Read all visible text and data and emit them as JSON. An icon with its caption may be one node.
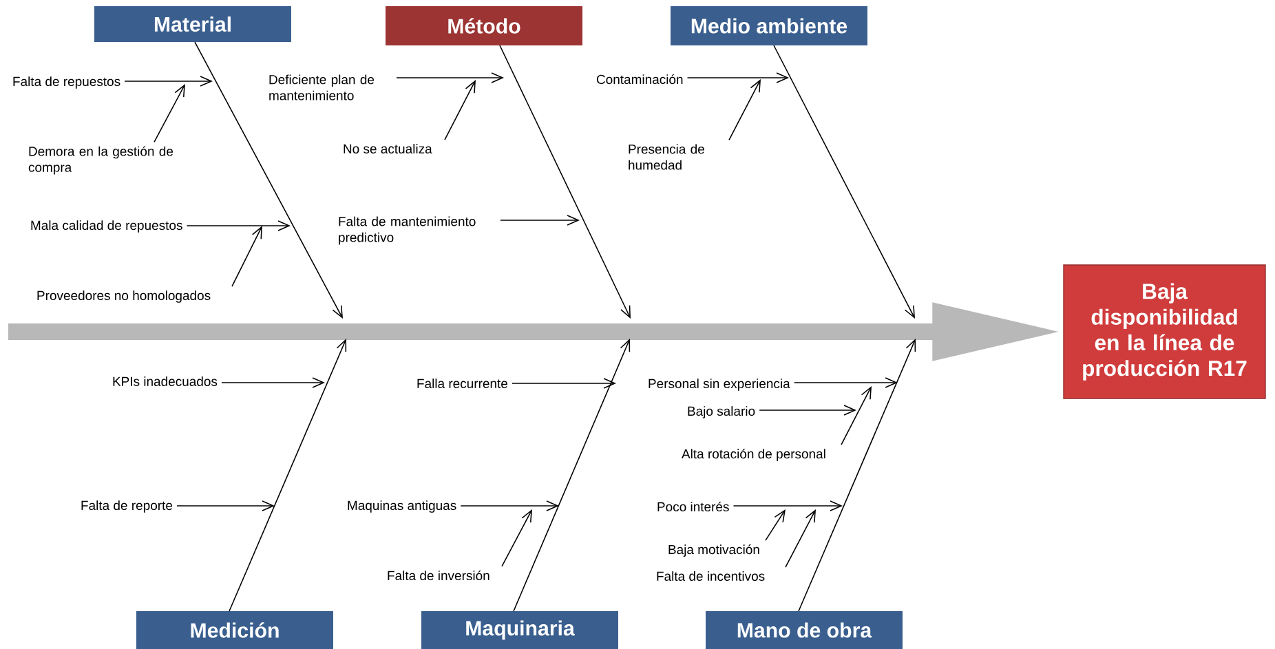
{
  "diagram": {
    "nodes": [
      {
        "text": [
          "Material"
        ]
      },
      {
        "text": [
          "Método"
        ]
      },
      {
        "text": [
          "Medio ambiente"
        ]
      },
      {
        "text": [
          "Medición"
        ]
      },
      {
        "text": [
          "Maquinaria"
        ]
      },
      {
        "text": [
          "Mano de obra"
        ]
      },
      {
        "text": [
          "Baja disponibilidad en la línea de producción R17"
        ]
      },
      {
        "text": [
          "Falta de repuestos"
        ]
      },
      {
        "text": [
          "Demora en la gestión de compra"
        ]
      },
      {
        "text": [
          "Mala calidad de repuestos"
        ]
      },
      {
        "text": [
          "Proveedores no homologados"
        ]
      },
      {
        "text": [
          "Deficiente plan de mantenimiento"
        ]
      },
      {
        "text": [
          "No se actualiza"
        ]
      },
      {
        "text": [
          "Falta de mantenimiento predictivo"
        ]
      },
      {
        "text": [
          "Contaminación"
        ]
      },
      {
        "text": [
          "Presencia de humedad"
        ]
      },
      {
        "text": [
          "KPIs inadecuados"
        ]
      },
      {
        "text": [
          "Falta de reporte"
        ]
      },
      {
        "text": [
          "Falla recurrente"
        ]
      },
      {
        "text": [
          "Maquinas antiguas"
        ]
      },
      {
        "text": [
          "Falta de inversión"
        ]
      },
      {
        "text": [
          "Personal sin experiencia"
        ]
      },
      {
        "text": [
          "Bajo salario"
        ]
      },
      {
        "text": [
          "Alta rotación de personal"
        ]
      },
      {
        "text": [
          "Poco interés"
        ]
      },
      {
        "text": [
          "Baja motivación"
        ]
      },
      {
        "text": [
          "Falta de incentivos"
        ]
      }
    ],
    "edges": [
      {
        "from": null,
        "to": 6,
        "arrow": "to",
        "style": "thick",
        "color": "#b8b8b8"
      },
      {
        "from": 0,
        "to": null,
        "arrow": "to"
      },
      {
        "from": 1,
        "to": null,
        "arrow": "to"
      },
      {
        "from": 2,
        "to": null,
        "arrow": "to"
      },
      {
        "from": 3,
        "to": null,
        "arrow": "to"
      },
      {
        "from": 4,
        "to": null,
        "arrow": "to"
      },
      {
        "from": 5,
        "to": null,
        "arrow": "to"
      },
      {
        "from": 7,
        "to": null,
        "arrow": "to"
      },
      {
        "from": 8,
        "to": null,
        "arrow": "to"
      },
      {
        "from": 9,
        "to": null,
        "arrow": "to"
      },
      {
        "from": 10,
        "to": null,
        "arrow": "to"
      },
      {
        "from": 11,
        "to": null,
        "arrow": "to"
      },
      {
        "from": 12,
        "to": null,
        "arrow": "to"
      },
      {
        "from": 13,
        "to": null,
        "arrow": "to"
      },
      {
        "from": 14,
        "to": null,
        "arrow": "to"
      },
      {
        "from": 15,
        "to": null,
        "arrow": "to"
      },
      {
        "from": 16,
        "to": null,
        "arrow": "to"
      },
      {
        "from": 17,
        "to": null,
        "arrow": "to"
      },
      {
        "from": 18,
        "to": null,
        "arrow": "to"
      },
      {
        "from": 19,
        "to": null,
        "arrow": "to"
      },
      {
        "from": 20,
        "to": null,
        "arrow": "to"
      },
      {
        "from": 21,
        "to": null,
        "arrow": "to"
      },
      {
        "from": 22,
        "to": null,
        "arrow": "to"
      },
      {
        "from": 23,
        "to": null,
        "arrow": "to"
      },
      {
        "from": 24,
        "to": null,
        "arrow": "to"
      },
      {
        "from": 25,
        "to": null,
        "arrow": "to"
      },
      {
        "from": 26,
        "to": null,
        "arrow": "to"
      }
    ]
  }
}
